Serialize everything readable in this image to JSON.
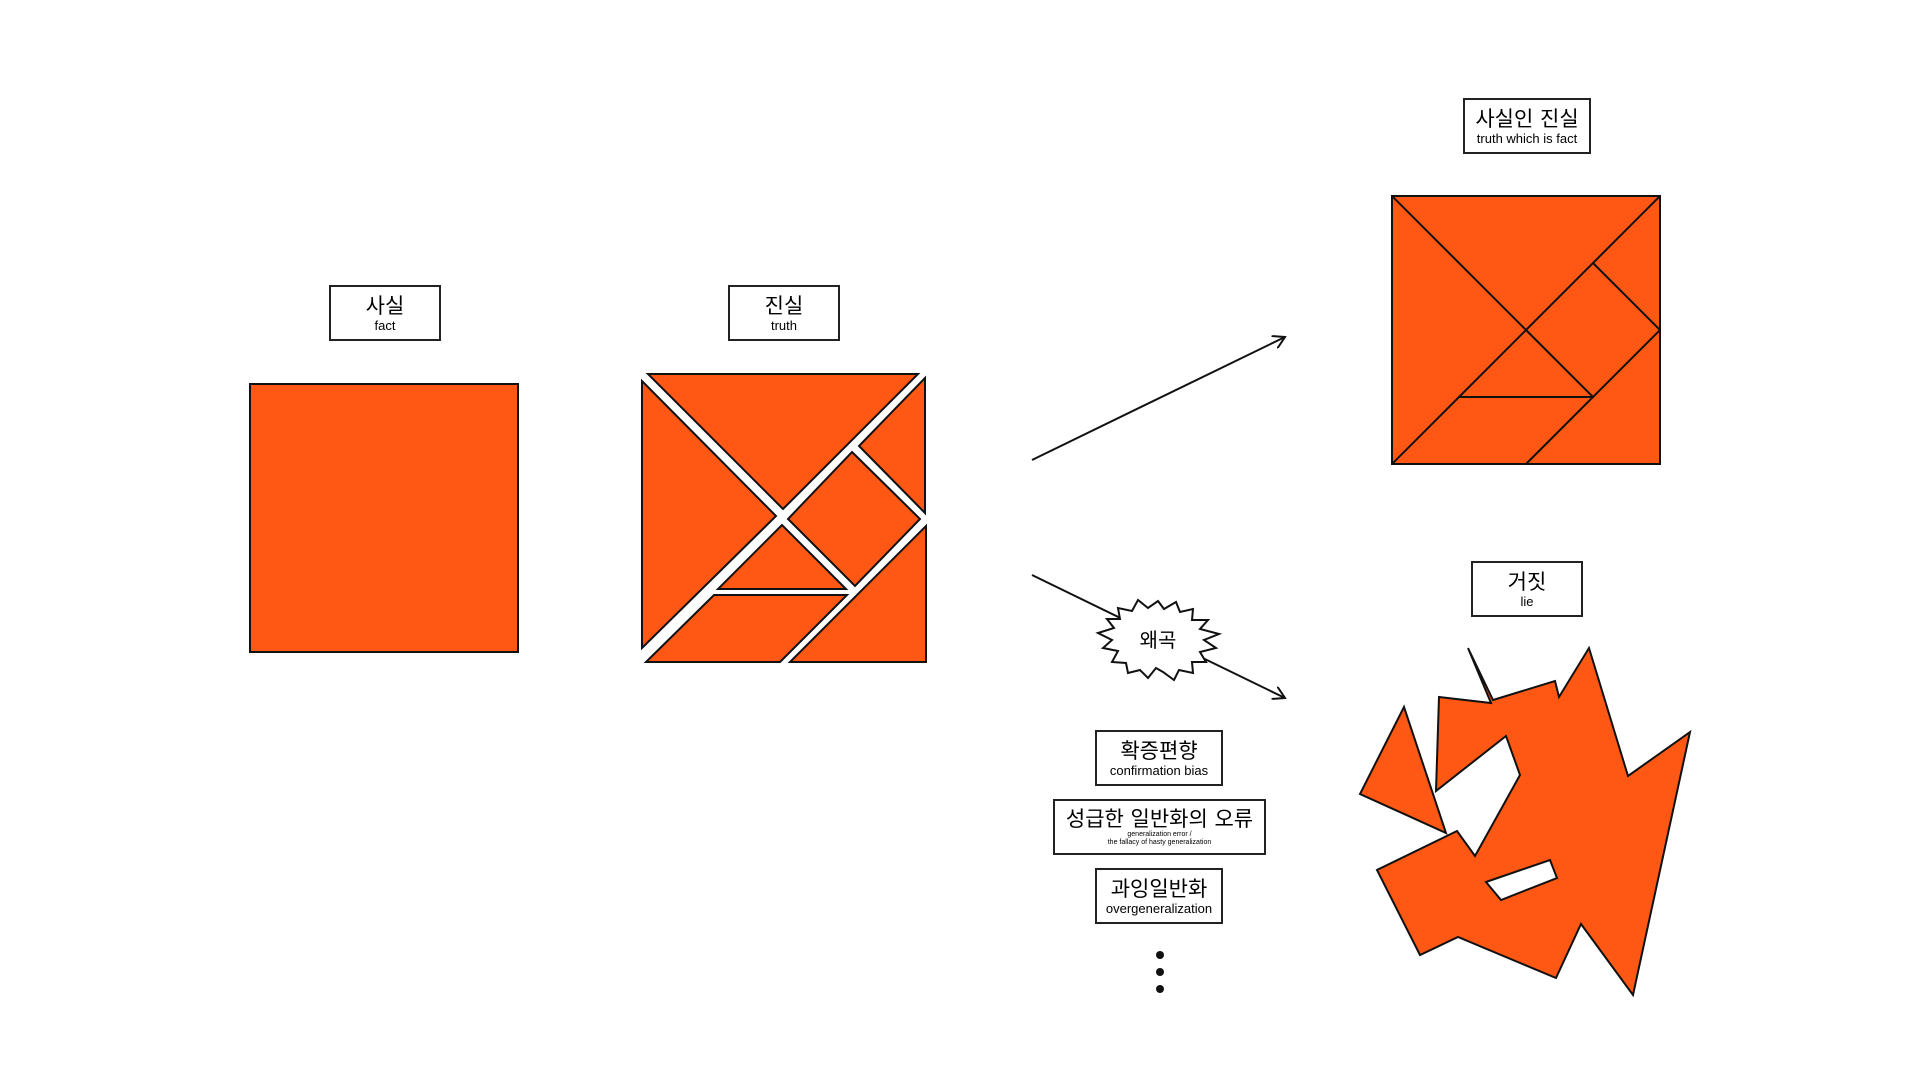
{
  "colors": {
    "fill": "#FF5714",
    "stroke": "#111111",
    "background": "#FFFFFF"
  },
  "labels": {
    "fact": {
      "ko": "사실",
      "en": "fact"
    },
    "truth": {
      "ko": "진실",
      "en": "truth"
    },
    "truth_fact": {
      "ko": "사실인 진실",
      "en": "truth which is fact"
    },
    "lie": {
      "ko": "거짓",
      "en": "lie"
    },
    "distortion": {
      "ko": "왜곡"
    }
  },
  "distortion_types": [
    {
      "ko": "확증편향",
      "en": "confirmation bias"
    },
    {
      "ko": "성급한 일반화의 오류",
      "en_line1": "generalization error /",
      "en_line2": "the fallacy of hasty generalization"
    },
    {
      "ko": "과잉일반화",
      "en": "overgeneralization"
    }
  ],
  "continuation_icon": "vertical-ellipsis-icon"
}
